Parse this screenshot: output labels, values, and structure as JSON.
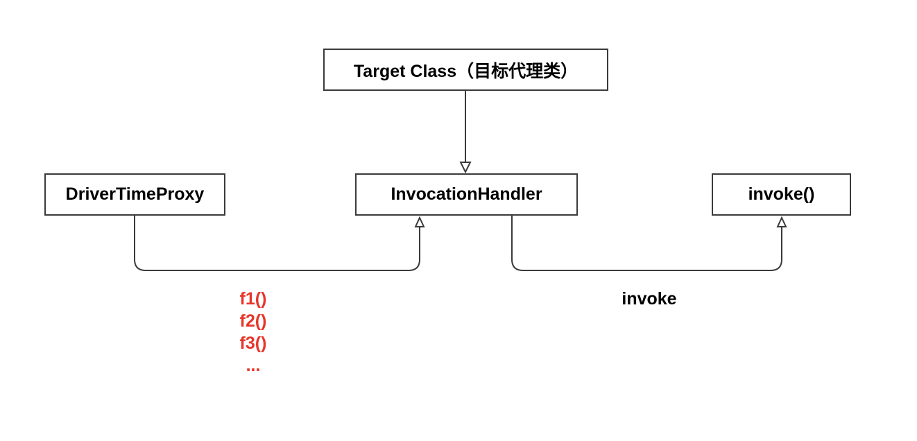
{
  "diagram": {
    "boxes": {
      "target_class": "Target Class（目标代理类）",
      "driver_time_proxy": "DriverTimeProxy",
      "invocation_handler": "InvocationHandler",
      "invoke_method": "invoke()"
    },
    "labels": {
      "methods": [
        "f1()",
        "f2()",
        "f3()",
        "..."
      ],
      "invoke": "invoke"
    },
    "colors": {
      "line": "#3a3a3a",
      "method_text": "#e8352a",
      "text": "#000000"
    }
  }
}
